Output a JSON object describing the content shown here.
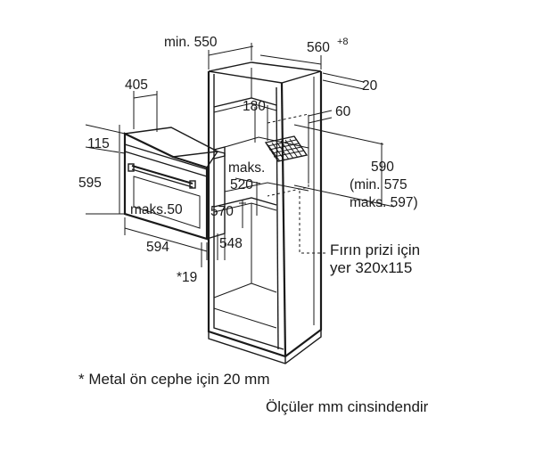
{
  "dimensions": {
    "min_550": "min. 550",
    "d560": "560",
    "d560_sup": "+8",
    "d20": "20",
    "d405": "405",
    "d180": "180",
    "d60": "60",
    "d115": "115",
    "d595": "595",
    "maks_top": "maks.",
    "d520": "520",
    "d590": "590",
    "min_575": "(min. 575",
    "maks_597": "maks. 597)",
    "maks50": "maks.50",
    "d570": "570",
    "d594": "594",
    "d548": "548",
    "d19": "*19"
  },
  "socket_note": {
    "line1": "Fırın prizi için",
    "line2": "yer 320x115"
  },
  "footnotes": {
    "metal_front": "* Metal ön cephe için 20 mm",
    "units": "Ölçüler mm cinsindendir"
  }
}
